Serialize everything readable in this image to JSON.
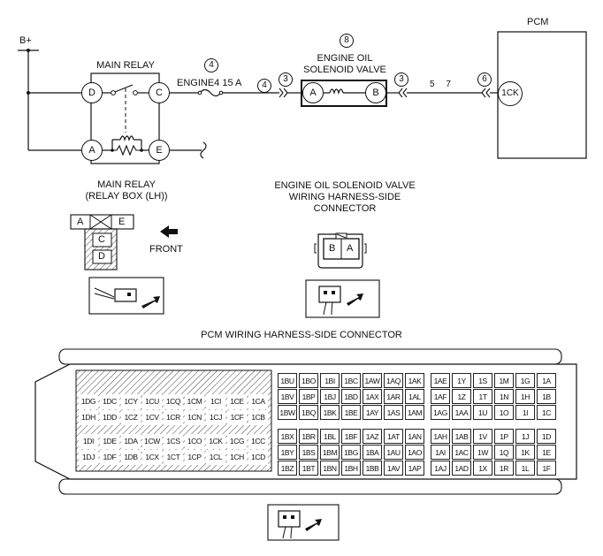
{
  "labels": {
    "bplus": "B+",
    "main_relay": "MAIN RELAY",
    "engine4": "ENGINE4 15 A",
    "eosv_line1": "ENGINE OIL",
    "eosv_line2": "SOLENOID VALVE",
    "pcm": "PCM",
    "main_relay_box_1": "MAIN RELAY",
    "main_relay_box_2": "(RELAY BOX (LH))",
    "eosv_conn_1": "ENGINE OIL SOLENOID VALVE",
    "eosv_conn_2": "WIRING HARNESS-SIDE",
    "eosv_conn_3": "CONNECTOR",
    "front": "FRONT",
    "pcm_conn": "PCM WIRING HARNESS-SIDE CONNECTOR"
  },
  "callouts": {
    "c8": "8",
    "c4a": "4",
    "c4b": "4",
    "c3a": "3",
    "c3b": "3",
    "c57": "5 7",
    "c6": "6"
  },
  "pins": {
    "relay_d": "D",
    "relay_c": "C",
    "relay_a": "A",
    "relay_e": "E",
    "valve_a": "A",
    "valve_b": "B",
    "pcm_1ck": "1CK"
  },
  "relay_connector": {
    "a": "A",
    "e": "E",
    "c": "C",
    "d": "D"
  },
  "valve_connector": {
    "b": "B",
    "a": "A"
  },
  "pcm_connector": {
    "block1": [
      [
        "1DG",
        "1DC",
        "1CY",
        "1CU",
        "1CQ",
        "1CM",
        "1CI",
        "1CE",
        "1CA"
      ],
      [
        "1DH",
        "1DD",
        "1CZ",
        "1CV",
        "1CR",
        "1CN",
        "1CJ",
        "1CF",
        "1CB"
      ],
      [
        "1DI",
        "1DE",
        "1DA",
        "1CW",
        "1CS",
        "1CO",
        "1CK",
        "1CG",
        "1CC"
      ],
      [
        "1DJ",
        "1DF",
        "1DB",
        "1CX",
        "1CT",
        "1CP",
        "1CL",
        "1CH",
        "1CD"
      ]
    ],
    "block2": [
      [
        "1BU",
        "1BO",
        "1BI",
        "1BC",
        "1AW",
        "1AQ",
        "1AK"
      ],
      [
        "1BV",
        "1BP",
        "1BJ",
        "1BD",
        "1AX",
        "1AR",
        "1AL"
      ],
      [
        "1BW",
        "1BQ",
        "1BK",
        "1BE",
        "1AY",
        "1AS",
        "1AM"
      ],
      [
        "1BX",
        "1BR",
        "1BL",
        "1BF",
        "1AZ",
        "1AT",
        "1AN"
      ],
      [
        "1BY",
        "1BS",
        "1BM",
        "1BG",
        "1BA",
        "1AU",
        "1AO"
      ],
      [
        "1BZ",
        "1BT",
        "1BN",
        "1BH",
        "1BB",
        "1AV",
        "1AP"
      ]
    ],
    "block3": [
      [
        "1AE",
        "1Y",
        "1S",
        "1M",
        "1G",
        "1A"
      ],
      [
        "1AF",
        "1Z",
        "1T",
        "1N",
        "1H",
        "1B"
      ],
      [
        "1AG",
        "1AA",
        "1U",
        "1O",
        "1I",
        "1C"
      ],
      [
        "1AH",
        "1AB",
        "1V",
        "1P",
        "1J",
        "1D"
      ],
      [
        "1AI",
        "1AC",
        "1W",
        "1Q",
        "1K",
        "1E"
      ],
      [
        "1AJ",
        "1AD",
        "1X",
        "1R",
        "1L",
        "1F"
      ]
    ]
  }
}
